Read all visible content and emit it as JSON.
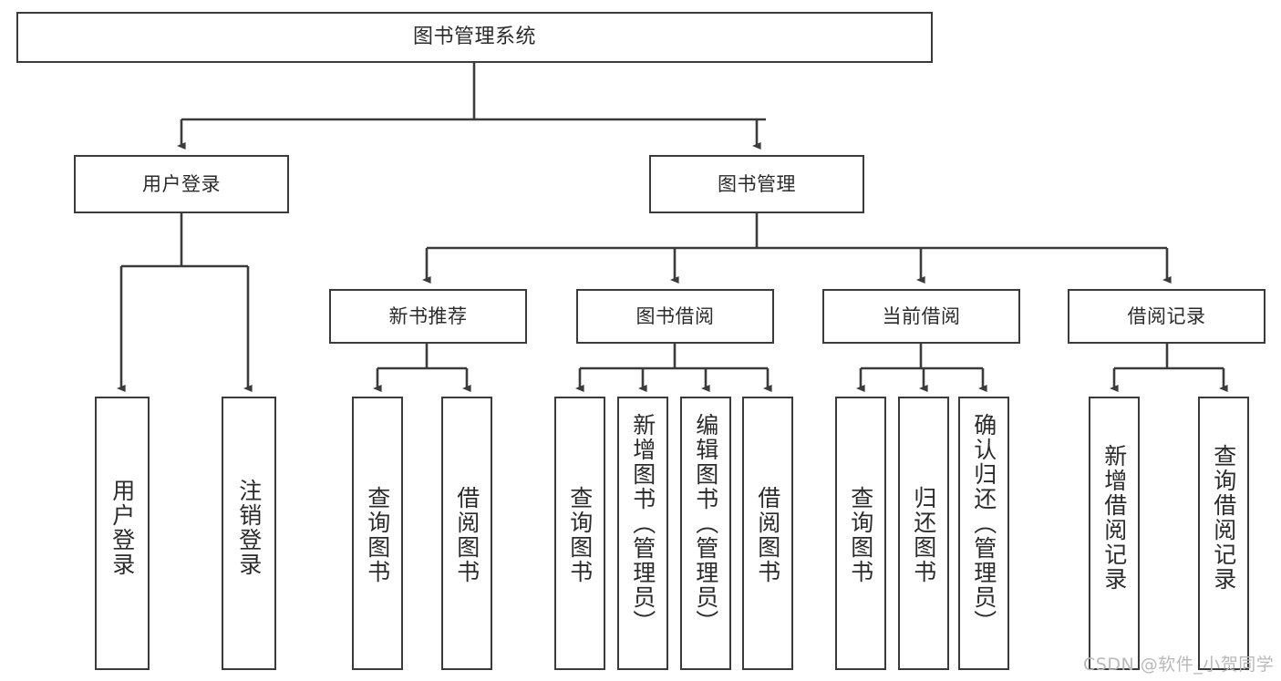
{
  "diagram": {
    "title": "图书管理系统",
    "type": "tree",
    "orientation": "top-down",
    "colors": {
      "box_border": "#3b3b3b",
      "box_fill": "#ffffff",
      "connector": "#3b3b3b",
      "text": "#2b2b2b",
      "background": "#ffffff",
      "watermark": "#b9b9b9"
    },
    "nodes": {
      "root": {
        "label": "图书管理系统"
      },
      "level2": [
        {
          "id": "user-login",
          "label": "用户登录"
        },
        {
          "id": "book-manage",
          "label": "图书管理"
        }
      ],
      "level3": [
        {
          "id": "new-book-recommend",
          "label": "新书推荐"
        },
        {
          "id": "book-borrow",
          "label": "图书借阅"
        },
        {
          "id": "current-borrow",
          "label": "当前借阅"
        },
        {
          "id": "borrow-record",
          "label": "借阅记录"
        }
      ],
      "leaves": {
        "user-login": [
          {
            "id": "leaf-user-login",
            "label": "用户登录"
          },
          {
            "id": "leaf-logout-login",
            "label": "注销登录"
          }
        ],
        "new-book-recommend": [
          {
            "id": "leaf-query-book-1",
            "label": "查询图书"
          },
          {
            "id": "leaf-borrow-book-1",
            "label": "借阅图书"
          }
        ],
        "book-borrow": [
          {
            "id": "leaf-query-book-2",
            "label": "查询图书"
          },
          {
            "id": "leaf-add-book",
            "label": "新增图书（管理员）"
          },
          {
            "id": "leaf-edit-book",
            "label": "编辑图书（管理员）"
          },
          {
            "id": "leaf-borrow-book-2",
            "label": "借阅图书"
          }
        ],
        "current-borrow": [
          {
            "id": "leaf-query-book-3",
            "label": "查询图书"
          },
          {
            "id": "leaf-return-book",
            "label": "归还图书"
          },
          {
            "id": "leaf-confirm-return",
            "label": "确认归还（管理员）"
          }
        ],
        "borrow-record": [
          {
            "id": "leaf-add-record",
            "label": "新增借阅记录"
          },
          {
            "id": "leaf-query-record",
            "label": "查询借阅记录"
          }
        ]
      }
    },
    "watermark": "CSDN @软件_小贺同学"
  }
}
